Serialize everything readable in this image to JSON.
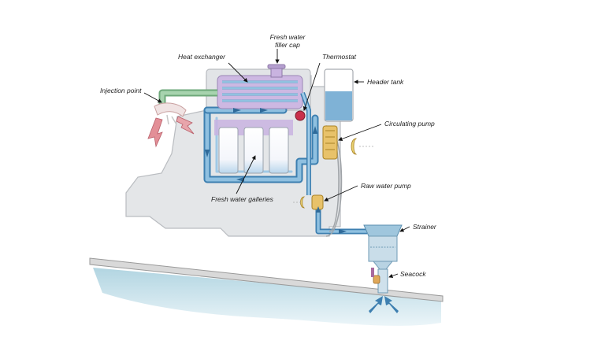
{
  "labels": {
    "fresh_water_filler_cap_line1": "Fresh water",
    "fresh_water_filler_cap_line2": "filler cap",
    "heat_exchanger": "Heat exchanger",
    "thermostat": "Thermostat",
    "injection_point": "Injection point",
    "header_tank": "Header tank",
    "circulating_pump": "Circulating pump",
    "raw_water_pump": "Raw water pump",
    "fresh_water_galleries": "Fresh water galleries",
    "strainer": "Strainer",
    "seacock": "Seacock"
  },
  "colors": {
    "engine_block": "#e4e6e8",
    "engine_outline": "#b9bcc0",
    "fresh_water": "#7fb2d6",
    "fresh_water_dark": "#3d7fb0",
    "raw_water_green": "#9cc9a4",
    "hot_coolant": "#c2a9d8",
    "exhaust": "#e6a0a6",
    "pump_yellow": "#e8c26a",
    "thermostat_red": "#c9304a",
    "sea": "#b9dbe6",
    "hull": "#d6d6d6"
  }
}
